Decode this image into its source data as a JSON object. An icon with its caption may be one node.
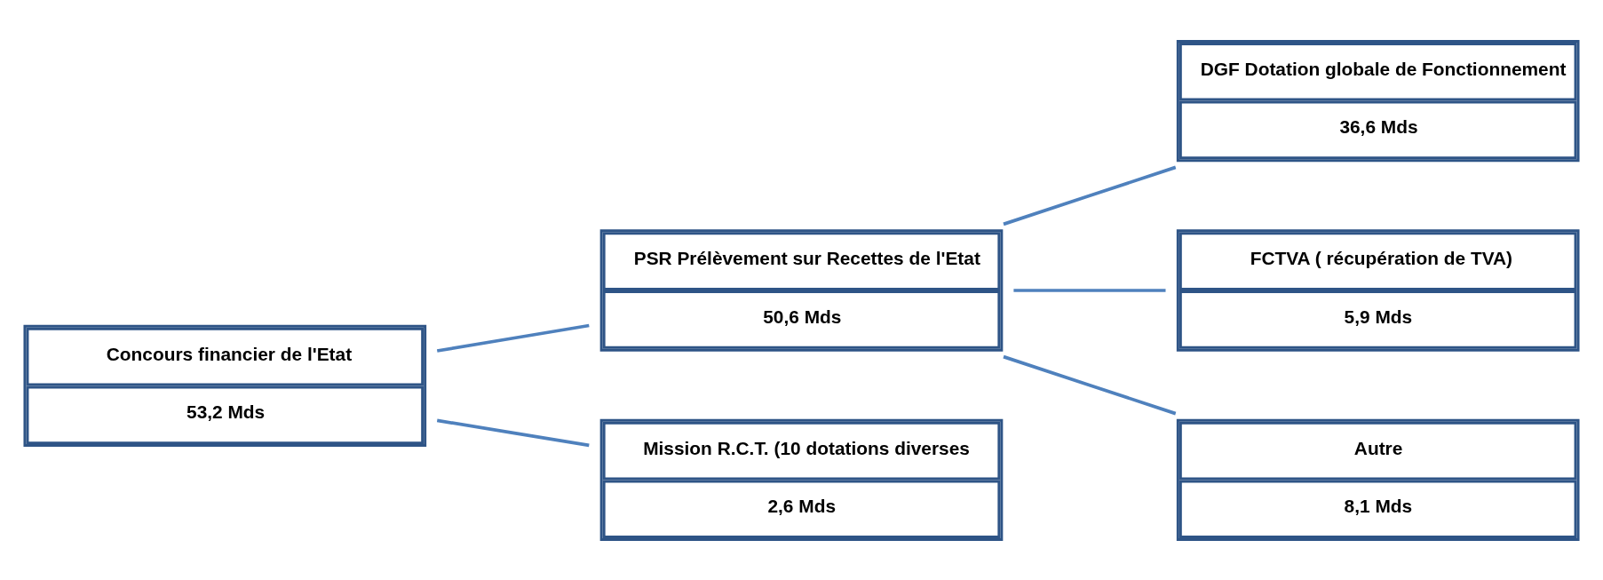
{
  "diagram": {
    "nodes": [
      {
        "text": [
          "Concours financier de l'Etat",
          "53,2 Mds"
        ]
      },
      {
        "text": [
          "PSR Prélèvement sur Recettes de l'Etat",
          "50,6 Mds"
        ]
      },
      {
        "text": [
          "Mission R.C.T. (10 dotations diverses",
          "2,6 Mds"
        ]
      },
      {
        "text": [
          "DGF Dotation globale de Fonctionnement",
          "36,6 Mds"
        ]
      },
      {
        "text": [
          "FCTVA ( récupération de TVA)",
          "5,9 Mds"
        ]
      },
      {
        "text": [
          "Autre",
          "8,1 Mds"
        ]
      }
    ],
    "edges": [
      {
        "from": 0,
        "to": 1,
        "arrow": "none"
      },
      {
        "from": 0,
        "to": 2,
        "arrow": "none"
      },
      {
        "from": 1,
        "to": 3,
        "arrow": "none"
      },
      {
        "from": 1,
        "to": 4,
        "arrow": "none"
      },
      {
        "from": 1,
        "to": 5,
        "arrow": "none"
      }
    ]
  }
}
